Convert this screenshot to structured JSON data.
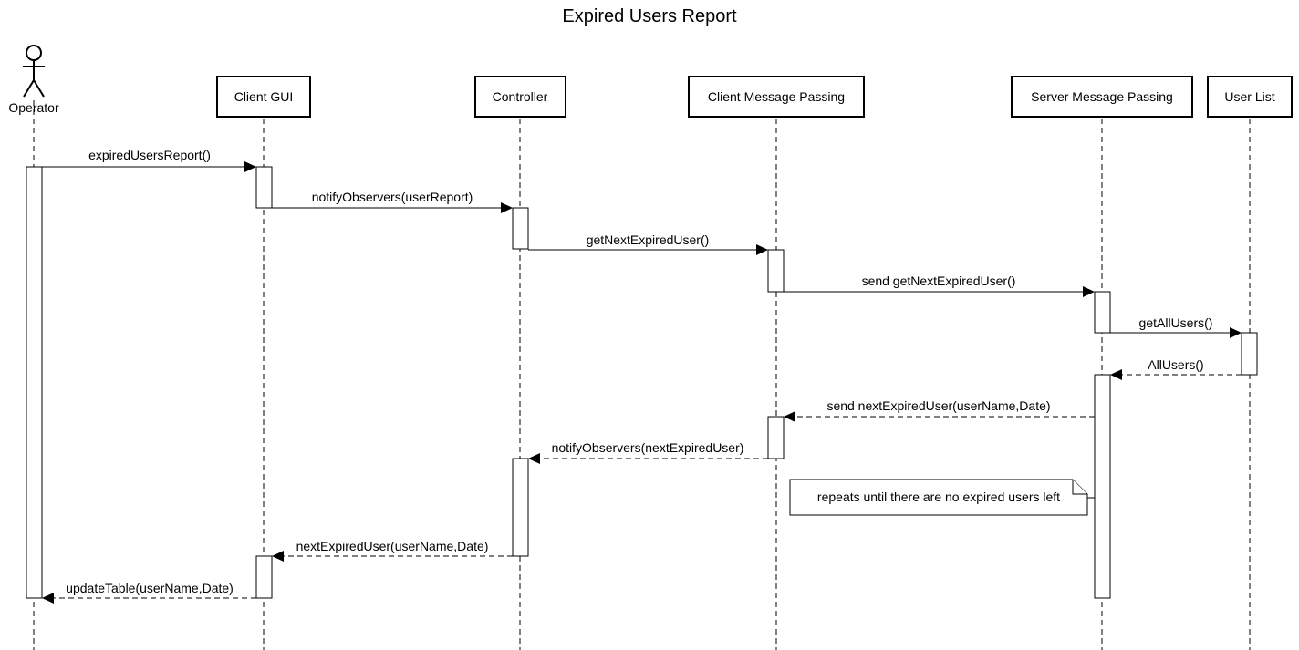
{
  "diagram": {
    "title": "Expired Users Report",
    "participants": [
      {
        "id": "operator",
        "label": "Operator",
        "kind": "actor"
      },
      {
        "id": "client_gui",
        "label": "Client GUI",
        "kind": "box"
      },
      {
        "id": "controller",
        "label": "Controller",
        "kind": "box"
      },
      {
        "id": "client_mp",
        "label": "Client Message Passing",
        "kind": "box"
      },
      {
        "id": "server_mp",
        "label": "Server Message Passing",
        "kind": "box"
      },
      {
        "id": "user_list",
        "label": "User List",
        "kind": "box"
      }
    ],
    "messages": [
      {
        "from": "operator",
        "to": "client_gui",
        "label": "expiredUsersReport()",
        "style": "solid"
      },
      {
        "from": "client_gui",
        "to": "controller",
        "label": "notifyObservers(userReport)",
        "style": "solid"
      },
      {
        "from": "controller",
        "to": "client_mp",
        "label": "getNextExpiredUser()",
        "style": "solid"
      },
      {
        "from": "client_mp",
        "to": "server_mp",
        "label": "send getNextExpiredUser()",
        "style": "solid"
      },
      {
        "from": "server_mp",
        "to": "user_list",
        "label": "getAllUsers()",
        "style": "solid"
      },
      {
        "from": "user_list",
        "to": "server_mp",
        "label": "AllUsers()",
        "style": "dashed"
      },
      {
        "from": "server_mp",
        "to": "client_mp",
        "label": "send nextExpiredUser(userName,Date)",
        "style": "dashed"
      },
      {
        "from": "client_mp",
        "to": "controller",
        "label": "notifyObservers(nextExpiredUser)",
        "style": "dashed"
      },
      {
        "from": "controller",
        "to": "client_gui",
        "label": "nextExpiredUser(userName,Date)",
        "style": "dashed"
      },
      {
        "from": "client_gui",
        "to": "operator",
        "label": "updateTable(userName,Date)",
        "style": "dashed"
      }
    ],
    "note": {
      "text": "repeats until there are no expired users left",
      "attached_to": "server_mp"
    }
  }
}
